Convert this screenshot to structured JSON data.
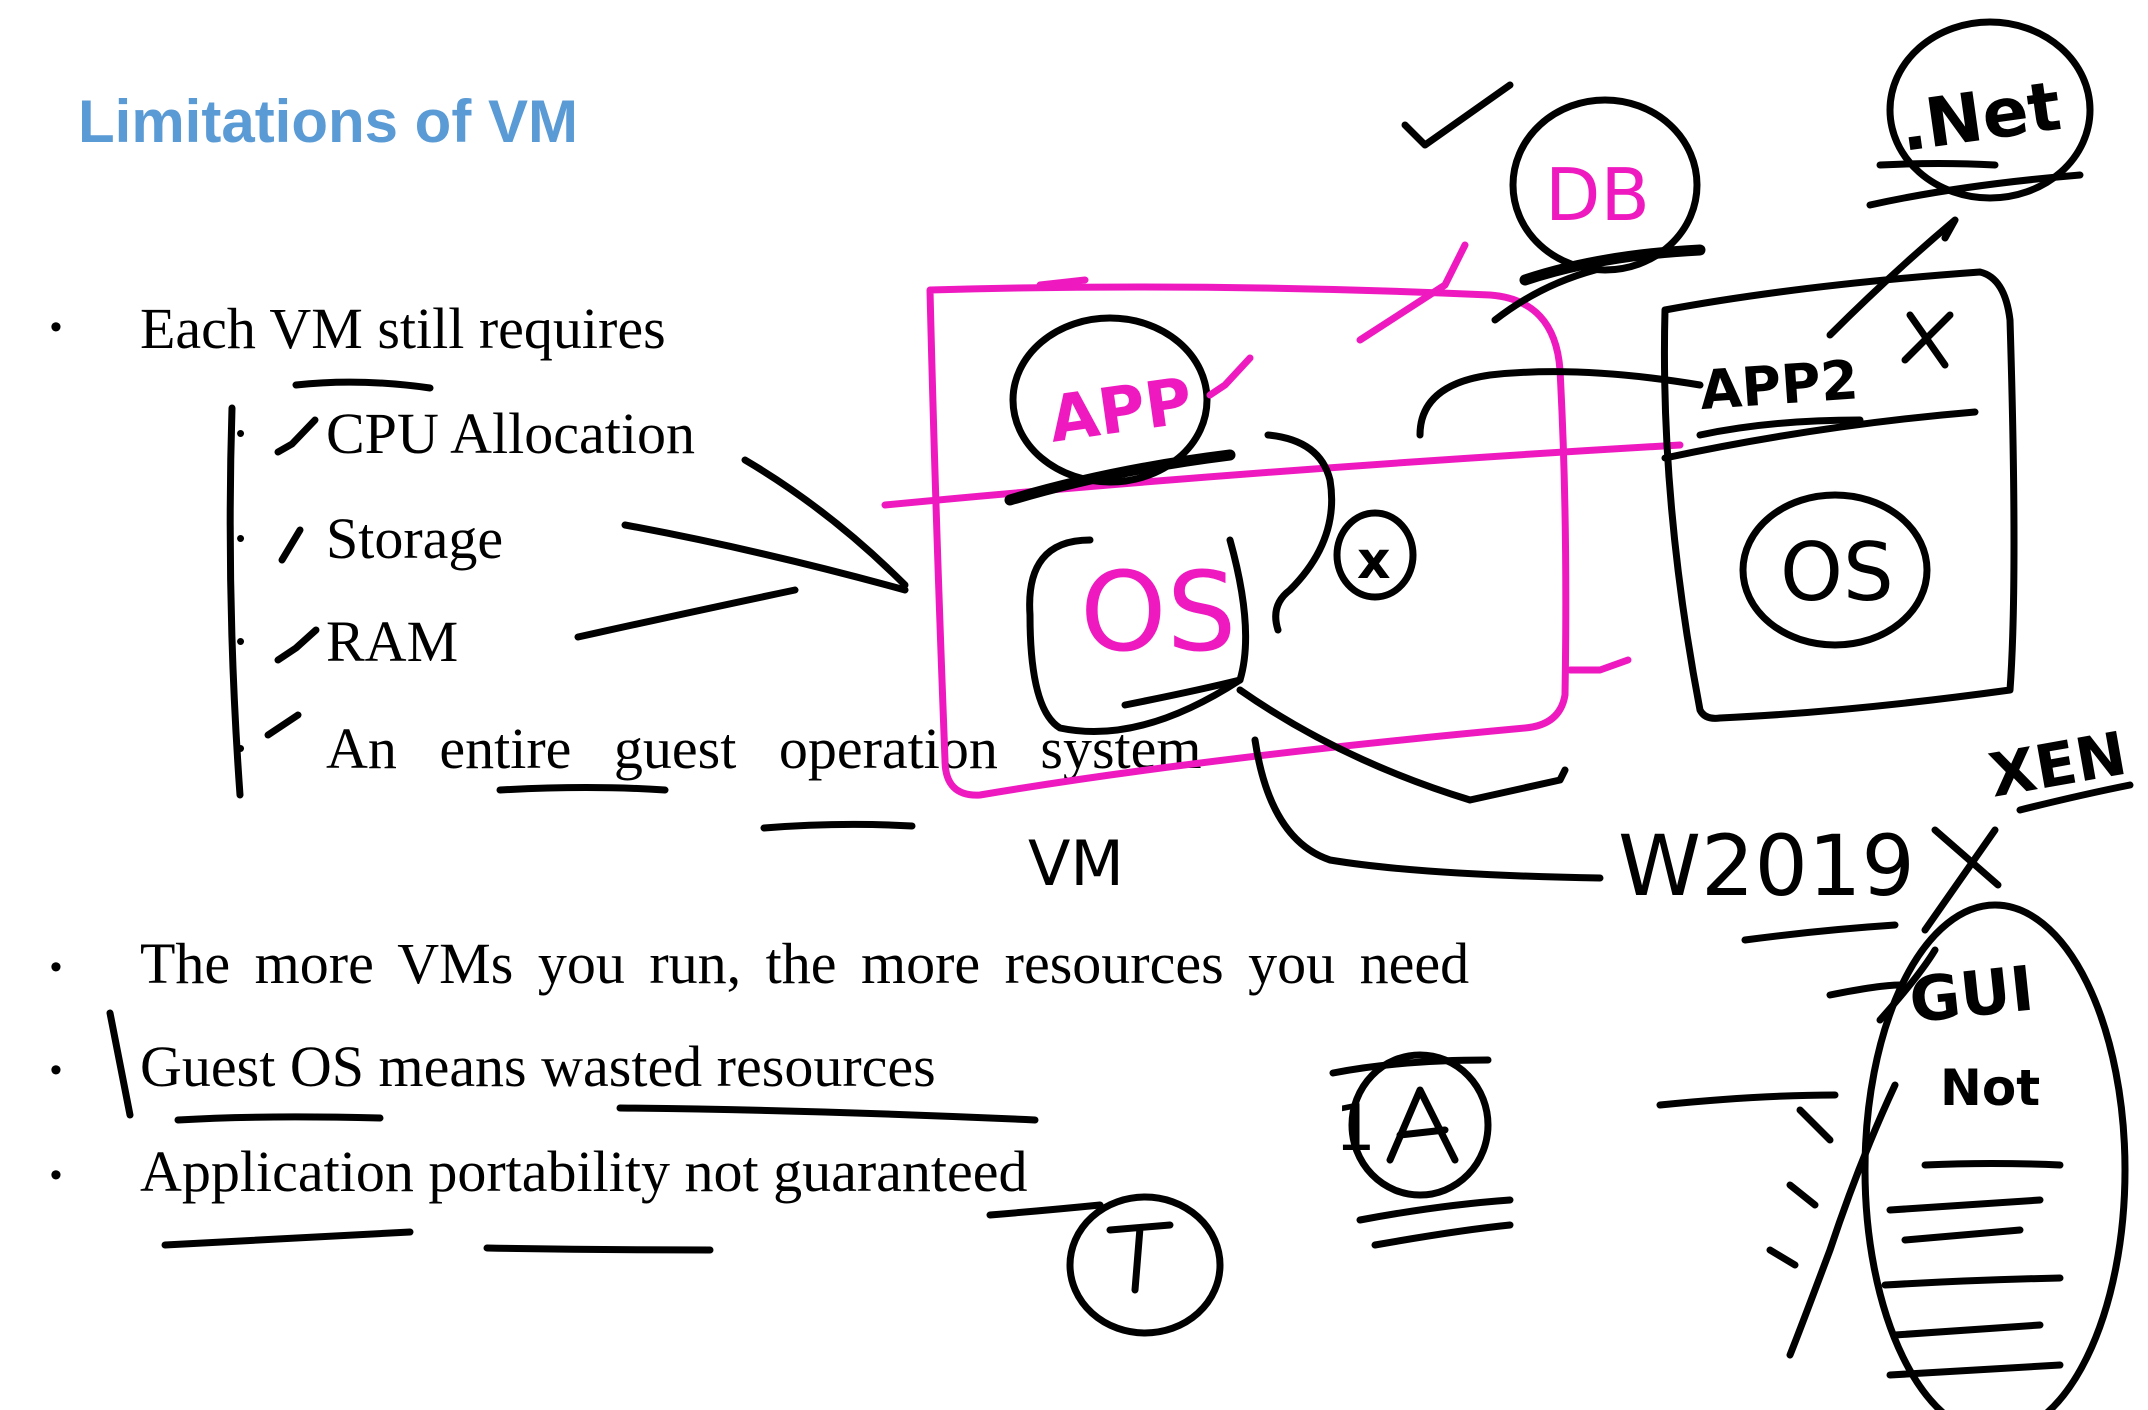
{
  "slide": {
    "title": "Limitations of VM",
    "bullets": [
      "Each VM still requires",
      "The more VMs you run, the more resources you need",
      "Guest OS means wasted resources",
      "Application portability not guaranteed"
    ],
    "sub_bullets": [
      "CPU Allocation",
      "Storage",
      "RAM",
      "An entire guest operation system"
    ]
  },
  "annotations": {
    "db": "DB",
    "app": "APP",
    "os_left": "OS",
    "app2": "APP2",
    "os_right": "OS",
    "net": ".Net",
    "vm": "VM",
    "w2019": "W2019",
    "xen": "XEN",
    "gui": "GUI",
    "not": "Not",
    "x_mark": "x",
    "n1": "1"
  },
  "colors": {
    "title": "#5b9bd5",
    "ink_black": "#000000",
    "ink_magenta": "#ee1ac0"
  }
}
